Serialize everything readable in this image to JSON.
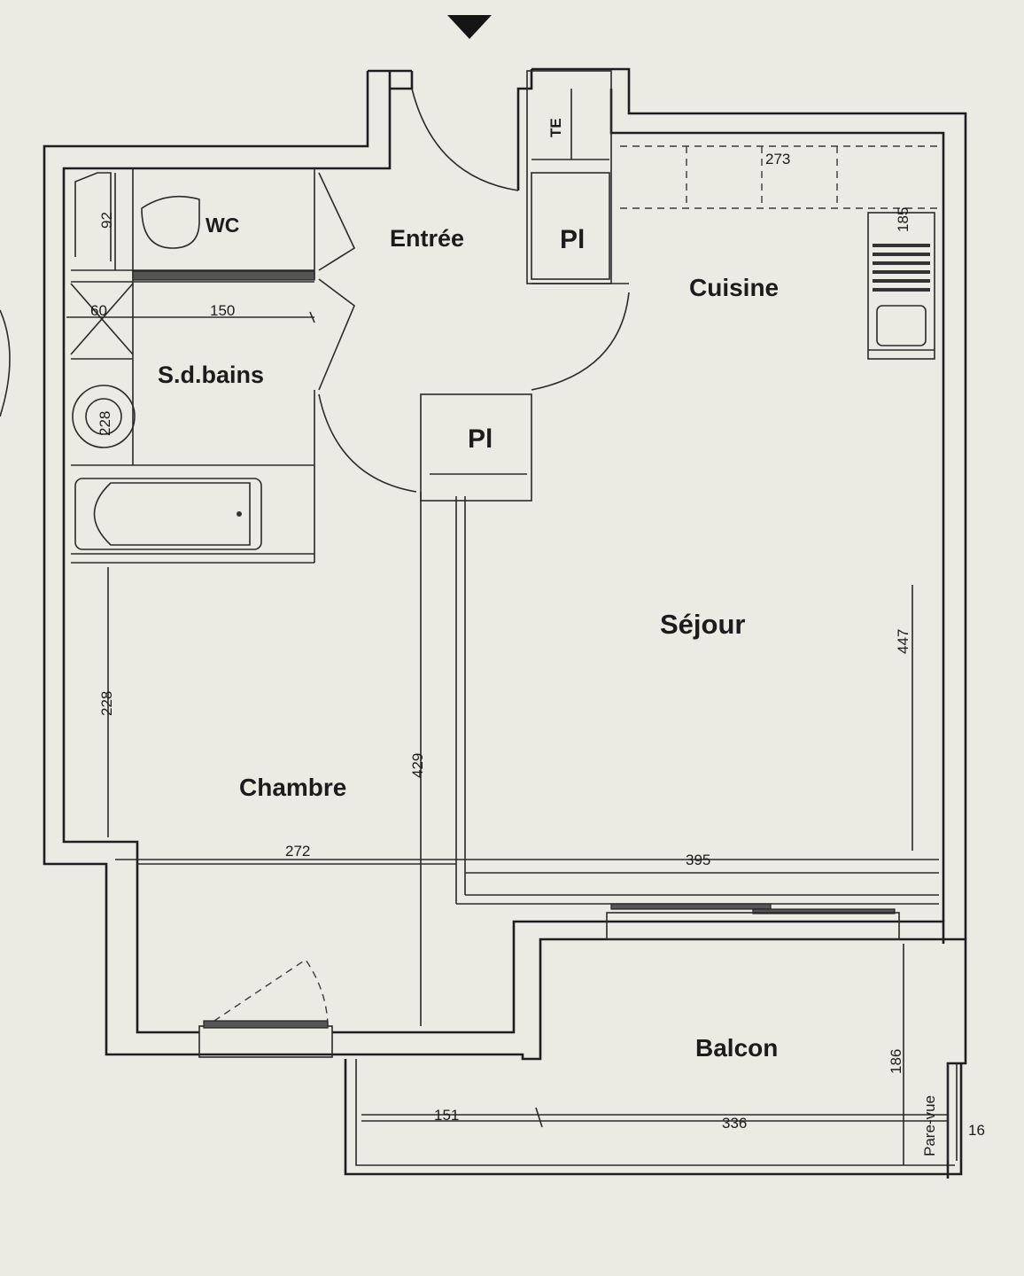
{
  "plan": {
    "rooms": {
      "wc": "WC",
      "entree": "Entrée",
      "placard_1": "Pl",
      "placard_2": "Pl",
      "te": "TE",
      "cuisine": "Cuisine",
      "sdb": "S.d.bains",
      "sejour": "Séjour",
      "chambre": "Chambre",
      "balcon": "Balcon",
      "pare_vue": "Pare-vue"
    },
    "dimensions": {
      "wc_depth": "92",
      "sdb_small": "60",
      "sdb_width": "150",
      "sdb_round": "228",
      "kitchen_width": "273",
      "kitchen_counter": "185",
      "sejour_height": "447",
      "chambre_height": "228",
      "corridor_height": "429",
      "chambre_width": "272",
      "sejour_width": "395",
      "balcon_depth": "186",
      "balcon_left": "151",
      "balcon_width": "336",
      "pare_vue_width": "16"
    }
  }
}
